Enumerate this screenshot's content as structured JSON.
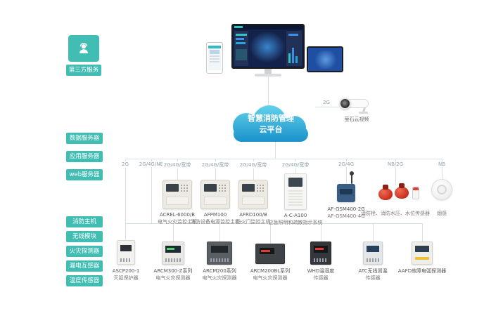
{
  "colors": {
    "teal": "#41bdb3",
    "cloud_top": "#63d2ea",
    "cloud_bottom": "#1a92cb",
    "line": "#d8e0e6"
  },
  "third_party": {
    "label": "第三方服务"
  },
  "cloud": {
    "line1": "智慧消防管理",
    "line2": "云平台"
  },
  "camera": {
    "connection": "2G",
    "label": "萤石云视频"
  },
  "servers": [
    "数据服务器",
    "应用服务器",
    "web服务器"
  ],
  "layers": [
    "消防主机",
    "无线模块",
    "火灾探测器",
    "漏电互感器",
    "温度传感器"
  ],
  "connections": [
    "2G",
    "2G/4G/NB",
    "2G/4G/宽带",
    "2G/4G/宽带",
    "2G/4G/宽带",
    "2G/4G/宽带",
    "2G/4G",
    "NB/2G",
    "NB"
  ],
  "middle_devices": [
    {
      "name": "ACREL-6000/B",
      "desc": "电气火灾监控主机"
    },
    {
      "name": "AFPM100",
      "desc": "消防设备电源监控主机"
    },
    {
      "name": "AFRD100/B",
      "desc": "防火门监控主机"
    },
    {
      "name": "A-C-A100",
      "desc": "应急照明和疏散指示系统"
    },
    {
      "name": "AF-GSM400-2G",
      "desc": "AF-GSM400-4G"
    },
    {
      "name": "",
      "desc": "消防栓、消防水压、水位传感器"
    },
    {
      "name": "",
      "desc": "烟感"
    }
  ],
  "bottom_devices": [
    {
      "name": "ASCP200-1",
      "desc": "灭弧保护器"
    },
    {
      "name": "ARCM300-Z系列",
      "desc": "电气火灾探测器"
    },
    {
      "name": "ARCM200系列",
      "desc": "电气火灾探测器"
    },
    {
      "name": "ARCM200BL系列",
      "desc": "电气火灾探测器"
    },
    {
      "name": "WHD温湿度",
      "desc": "传感器"
    },
    {
      "name": "ATC无线测温",
      "desc": "传感器"
    },
    {
      "name": "AAFD故障电弧探测器",
      "desc": ""
    }
  ]
}
